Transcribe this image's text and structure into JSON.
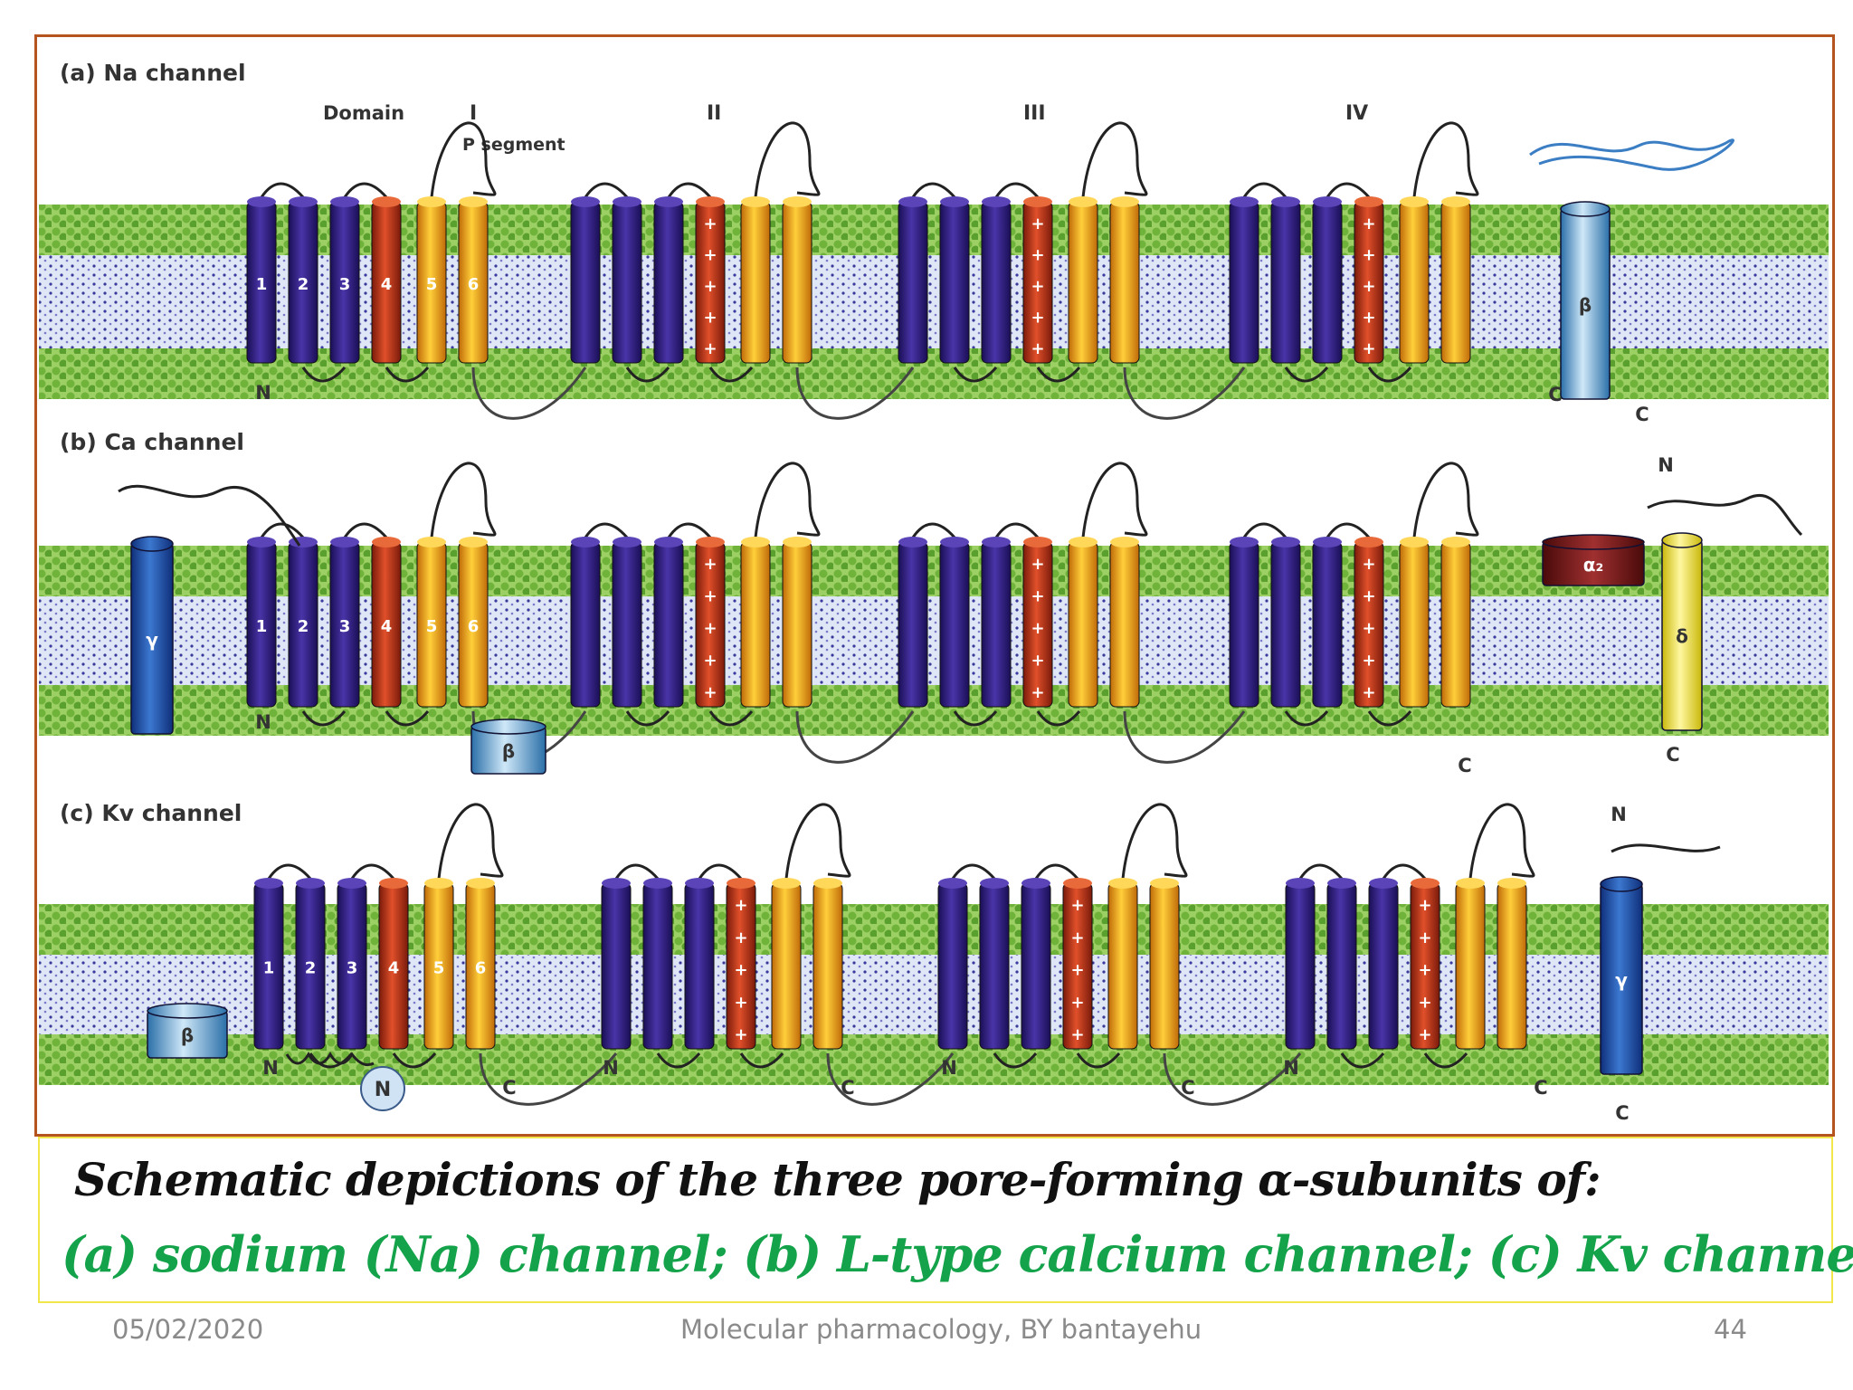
{
  "panels": [
    {
      "id": "a",
      "title": "(a)  Na channel",
      "domain_word": "Domain",
      "domain_numerals": [
        "I",
        "II",
        "III",
        "IV"
      ],
      "p_segment": "P segment",
      "segment_numbers": [
        "1",
        "2",
        "3",
        "4",
        "5",
        "6"
      ],
      "termini": [
        "N",
        "C",
        "C"
      ],
      "subunits": [
        {
          "label": "β",
          "color": "#6fb8dc"
        }
      ]
    },
    {
      "id": "b",
      "title": "(b)  Ca channel",
      "segment_numbers": [
        "1",
        "2",
        "3",
        "4",
        "5",
        "6"
      ],
      "termini": [
        "N",
        "C",
        "N",
        "C"
      ],
      "subunits": [
        {
          "label": "γ",
          "color": "#1f4fa8"
        },
        {
          "label": "β",
          "color": "#4aa3d8"
        },
        {
          "label": "α₂",
          "color": "#7a1a1a"
        },
        {
          "label": "δ",
          "color": "#f2e63a"
        }
      ]
    },
    {
      "id": "c",
      "title": "(c)  Kv channel",
      "segment_numbers": [
        "1",
        "2",
        "3",
        "4",
        "5",
        "6"
      ],
      "termini": [
        "N",
        "C",
        "N",
        "C",
        "N",
        "C",
        "N",
        "C",
        "N",
        "C"
      ],
      "subunits": [
        {
          "label": "β",
          "color": "#4aa3d8"
        },
        {
          "label": "N",
          "color": "#cfe3f4"
        },
        {
          "label": "γ",
          "color": "#1f4fa8"
        }
      ]
    }
  ],
  "caption": {
    "line1": "Schematic depictions of the  three pore-forming α-subunits of:",
    "line2": "(a) sodium (Na) channel; (b) L-type calcium channel; (c)  Kv channel"
  },
  "footer": {
    "date": "05/02/2020",
    "center": "Molecular pharmacology, BY bantayehu",
    "page": "44"
  },
  "colors": {
    "s1_3": "#2c1a78",
    "s4": "#c0341a",
    "s5_6": "#f0a21a",
    "membrane_head": "#6fb33a",
    "membrane_core": "#d9e4f5",
    "frame": "#b5541f",
    "caption_border": "#f1e64a",
    "caption_green": "#14a34a"
  }
}
